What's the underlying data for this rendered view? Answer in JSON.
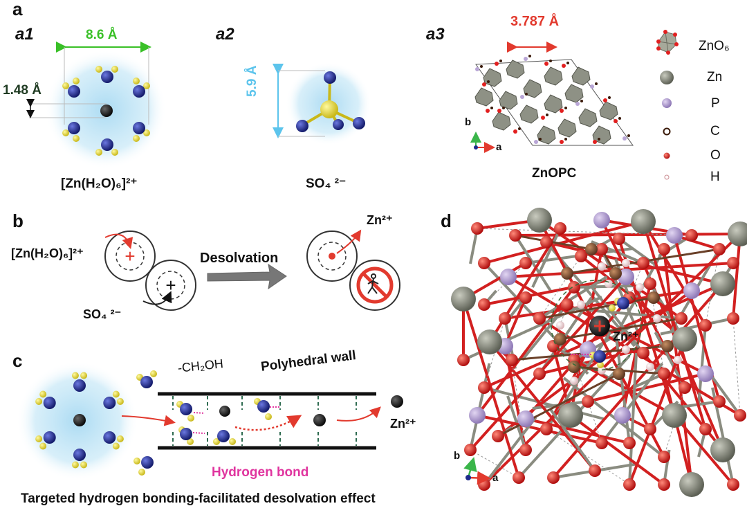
{
  "panels": {
    "a": "a",
    "a1": "a1",
    "a2": "a2",
    "a3": "a3",
    "b": "b",
    "c": "c",
    "d": "d"
  },
  "a1": {
    "width_label": "8.6 Å",
    "bond_label": "1.48 Å",
    "caption": "[Zn(H₂O)₆]²⁺"
  },
  "a2": {
    "height_label": "5.9 Å",
    "caption": "SO₄ ²⁻"
  },
  "a3": {
    "spacing_label": "3.787 Å",
    "caption": "ZnOPC",
    "axis_b": "b",
    "axis_a": "a",
    "legend": [
      "ZnO₆",
      "Zn",
      "P",
      "C",
      "O",
      "H"
    ]
  },
  "b": {
    "complex_label": "[Zn(H₂O)₆]²⁺",
    "anion_label": "SO₄ ²⁻",
    "process_label": "Desolvation",
    "product_label": "Zn²⁺"
  },
  "c": {
    "group_label": "-CH₂OH",
    "wall_label": "Polyhedral wall",
    "hbond_label": "Hydrogen bond",
    "product_label": "Zn²⁺",
    "caption": "Targeted hydrogen bonding-facilitated desolvation effect"
  },
  "d": {
    "ion_label": "Zn²⁺",
    "axis_b": "b",
    "axis_a": "a"
  },
  "colors": {
    "green": "#39c027",
    "sky": "#5cc4ec",
    "red": "#e23a2e",
    "magenta": "#e0359f",
    "navy": "#1d2b8c",
    "yellow": "#f1ea42",
    "zn": "#7d8073",
    "p": "#b9a6d6",
    "c": "#8a5a3a",
    "o": "#e21f1f",
    "h": "#f3d3d6"
  }
}
